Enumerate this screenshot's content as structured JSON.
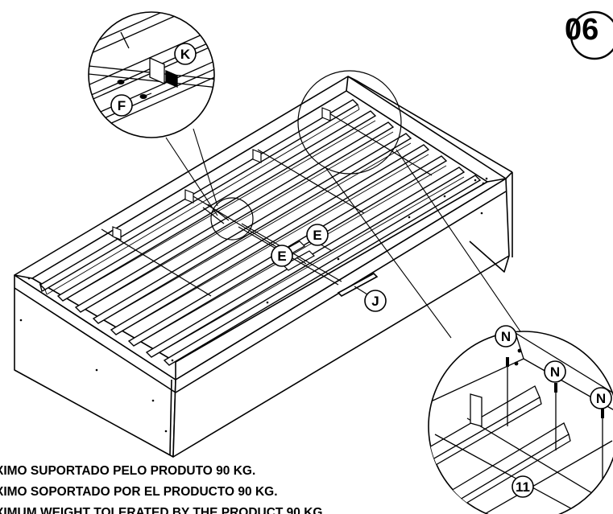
{
  "step_number": "06",
  "callouts": {
    "k": "K",
    "f": "F",
    "e_upper": "E",
    "e_lower": "E",
    "j": "J",
    "n1": "N",
    "n2": "N",
    "n3": "N",
    "part_11": "11"
  },
  "weight_notes": [
    "XIMO SUPORTADO PELO PRODUTO 90 KG.",
    "XIMO SOPORTADO POR EL PRODUCTO 90 KG.",
    "XIMUM WEIGHT TOLERATED BY THE PRODUCT 90 KG."
  ]
}
